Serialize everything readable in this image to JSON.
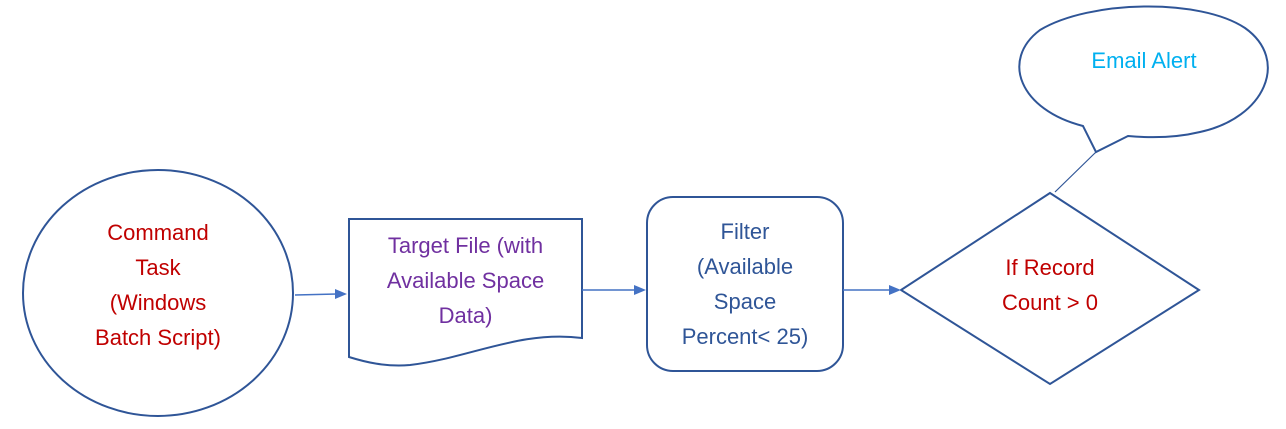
{
  "nodes": {
    "command_task": {
      "lines": [
        "Command",
        "Task",
        "(Windows",
        "Batch Script)"
      ],
      "color": "#c00000",
      "shape": "circle"
    },
    "target_file": {
      "lines": [
        "Target File (with",
        "Available Space",
        "Data)"
      ],
      "color": "#7030a0",
      "shape": "document"
    },
    "filter": {
      "lines": [
        "Filter",
        "(Available",
        "Space",
        "Percent< 25)"
      ],
      "color": "#2f5597",
      "shape": "rounded-rectangle"
    },
    "if_record": {
      "lines": [
        "If Record",
        "Count > 0"
      ],
      "color": "#c00000",
      "shape": "diamond"
    },
    "email_alert": {
      "lines": [
        "Email Alert"
      ],
      "color": "#00b0f0",
      "shape": "oval-callout"
    }
  },
  "edges": [
    {
      "from": "command_task",
      "to": "target_file",
      "arrow": true
    },
    {
      "from": "target_file",
      "to": "filter",
      "arrow": true
    },
    {
      "from": "filter",
      "to": "if_record",
      "arrow": true
    },
    {
      "from": "if_record",
      "to": "email_alert",
      "arrow": false
    }
  ],
  "colors": {
    "shape_outline": "#2f5597",
    "connector": "#4472c4"
  }
}
